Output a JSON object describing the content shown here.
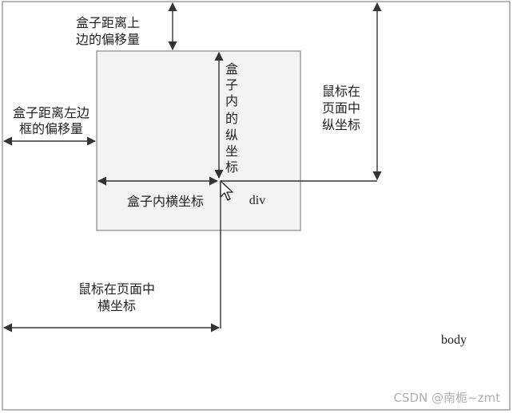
{
  "labels": {
    "box_top_offset": [
      "盒子距离上",
      "边的偏移量"
    ],
    "box_left_offset": [
      "盒子距离左边",
      "框的偏移量"
    ],
    "box_inner_y": [
      "盒",
      "子",
      "内",
      "的",
      "纵",
      "坐",
      "标"
    ],
    "box_inner_x": "盒子内横坐标",
    "div": "div",
    "mouse_page_y": [
      "鼠标在",
      "页面中",
      "纵坐标"
    ],
    "mouse_page_x": [
      "鼠标在页面中",
      "横坐标"
    ],
    "body": "body"
  },
  "watermark": "CSDN @南栀~zmt",
  "colors": {
    "background": "#ffffff",
    "body_border": "#888888",
    "div_fill": "#f3f3f3",
    "div_border": "#888888",
    "line": "#333333"
  }
}
